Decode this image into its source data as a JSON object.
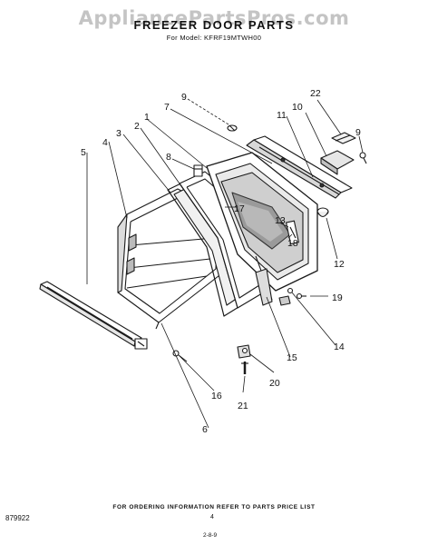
{
  "watermark": "AppliancePartsPros.com",
  "header": {
    "title": "FREEZER DOOR PARTS",
    "subtitle": "For Model: KFRF19MTWH00"
  },
  "callouts": [
    "1",
    "2",
    "3",
    "4",
    "5",
    "6",
    "7",
    "8",
    "9",
    "9",
    "10",
    "11",
    "12",
    "13",
    "14",
    "15",
    "16",
    "17",
    "18",
    "19",
    "20",
    "21",
    "22"
  ],
  "footer": {
    "note": "FOR ORDERING INFORMATION REFER TO PARTS PRICE LIST",
    "diagram_id": "879922",
    "page_number": "4",
    "code": "2-8-9"
  }
}
